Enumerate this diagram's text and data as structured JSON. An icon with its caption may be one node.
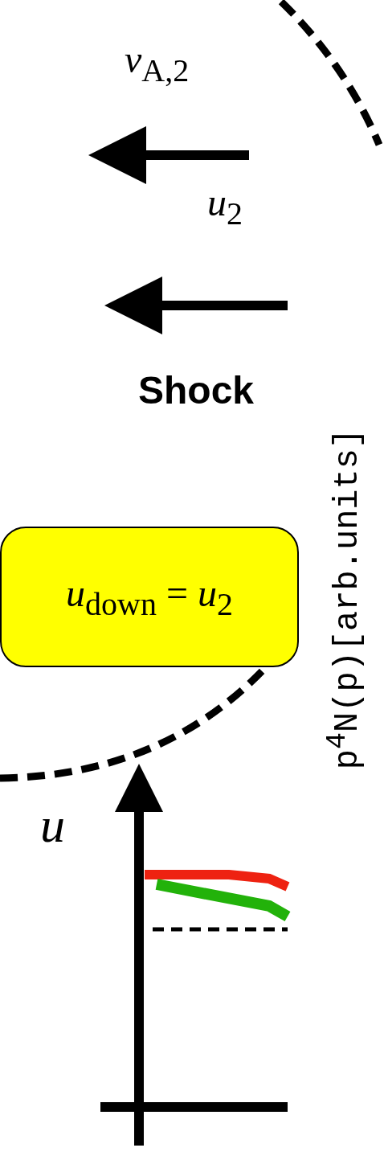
{
  "diagram": {
    "nodes": [
      {
        "text": [
          "*u*$_{down}$ = *u*$_{2}$"
        ]
      }
    ],
    "labels": [
      "*v*$_{A,2}$",
      "*u*$_{2}$",
      "Shock",
      "p$^{4}$N(p)[arb.units]",
      "*u*"
    ]
  }
}
